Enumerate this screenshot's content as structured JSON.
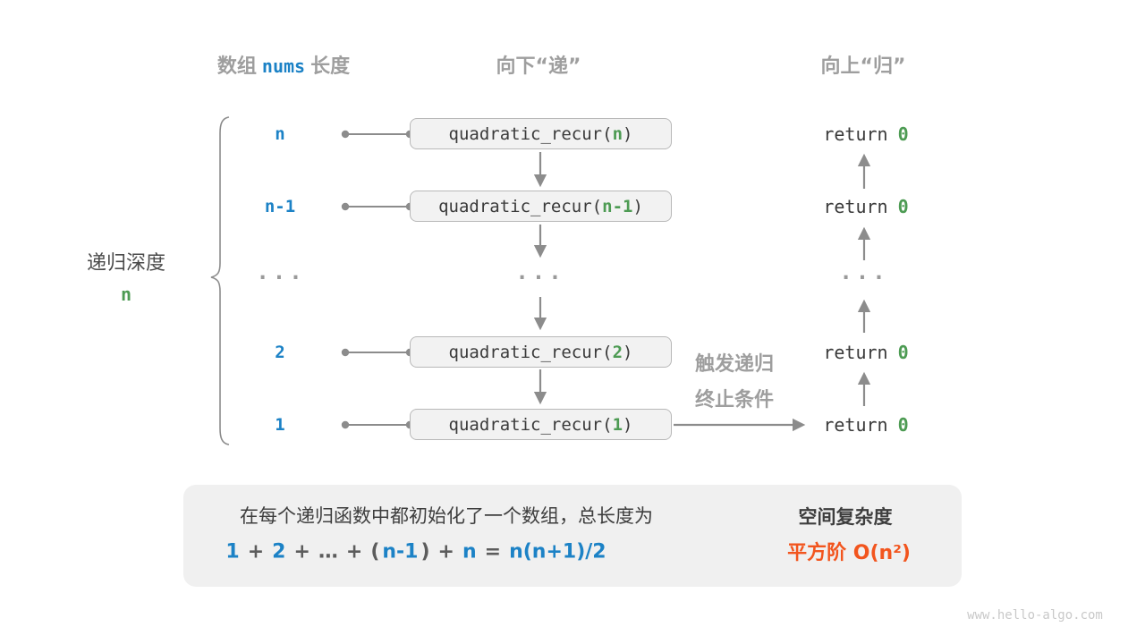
{
  "colors": {
    "blue": "#1c82c6",
    "green": "#4d9b53",
    "orange": "#f2551e",
    "label_gray": "#9e9e9e",
    "line_gray": "#8c8c8c",
    "box_fill": "#f2f2f2",
    "box_border": "#b8b8b8",
    "summary_bg": "#f0f0f0"
  },
  "headers": {
    "array_prefix": "数组",
    "array_code": "nums",
    "array_suffix": "长度",
    "downward": "向下“递”",
    "upward": "向上“归”"
  },
  "depth_brace": {
    "label": "递归深度",
    "value": "n"
  },
  "call": {
    "prefix": "quadratic_recur(",
    "suffix": ")"
  },
  "ret": {
    "keyword": "return",
    "value": "0"
  },
  "rows": [
    {
      "length": "n",
      "arg": "n"
    },
    {
      "length": "n-1",
      "arg": "n-1"
    },
    {
      "length": "2",
      "arg": "2"
    },
    {
      "length": "1",
      "arg": "1"
    }
  ],
  "ellipsis": "···",
  "termination": {
    "line1": "触发递归",
    "line2": "终止条件"
  },
  "summary": {
    "description": "在每个递归函数中都初始化了一个数组，总长度为",
    "formula": [
      {
        "t": "1"
      },
      {
        "t": "+"
      },
      {
        "t": "2"
      },
      {
        "t": "+"
      },
      {
        "t": "…"
      },
      {
        "t": "+"
      },
      {
        "t": "("
      },
      {
        "t": "n-1"
      },
      {
        "t": ")"
      },
      {
        "t": "+"
      },
      {
        "t": "n"
      },
      {
        "t": "="
      },
      {
        "t": "n(n+1)/2"
      }
    ],
    "complexity_title": "空间复杂度",
    "complexity_value": "平方阶 O(n²)"
  },
  "watermark": "www.hello-algo.com"
}
